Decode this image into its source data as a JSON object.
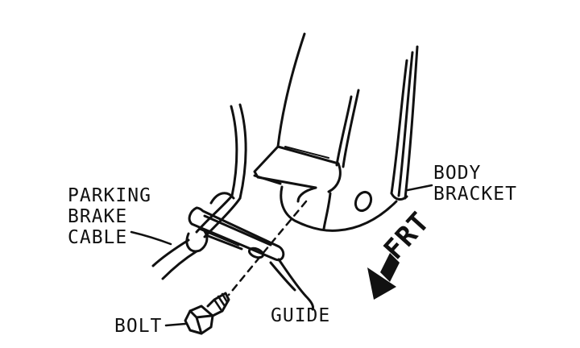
{
  "labels": {
    "parking_brake_cable": [
      "PARKING",
      "BRAKE",
      "CABLE"
    ],
    "body_bracket": [
      "BODY",
      "BRACKET"
    ],
    "bolt": "BOLT",
    "guide": "GUIDE",
    "front": "FRT"
  },
  "colors": {
    "ink": "#111111",
    "background": "#ffffff"
  }
}
